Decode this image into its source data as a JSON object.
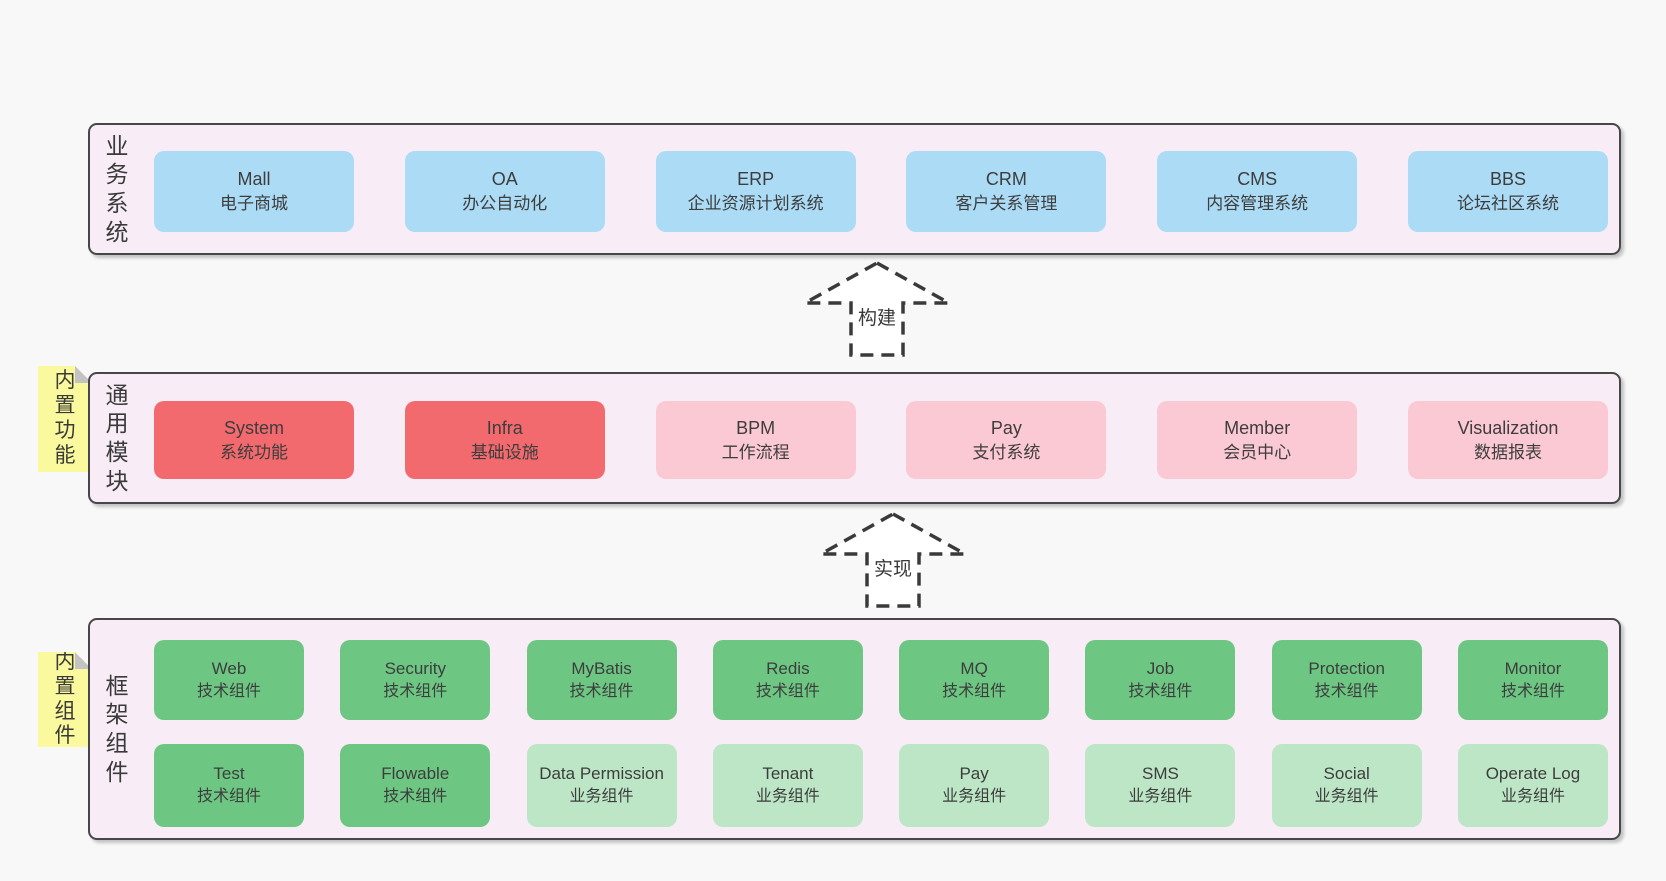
{
  "colors": {
    "page_background": "#f8f8f8",
    "band_fill": "#f8edf6",
    "band_border": "#474747",
    "business_system_box": "#abdbf5",
    "core_module_box": "#f26a6e",
    "optional_module_box": "#fbc9d3",
    "tech_component_box": "#6dc783",
    "business_component_box": "#bce6c5",
    "sticky_note": "#fbf99d",
    "sticky_fold": "#c3c3c3",
    "text": "#3d3d3d"
  },
  "bands": [
    {
      "label": "业务系统",
      "items": [
        {
          "title": "Mall",
          "subtitle": "电子商城",
          "variant": "blue"
        },
        {
          "title": "OA",
          "subtitle": "办公自动化",
          "variant": "blue"
        },
        {
          "title": "ERP",
          "subtitle": "企业资源计划系统",
          "variant": "blue"
        },
        {
          "title": "CRM",
          "subtitle": "客户关系管理",
          "variant": "blue"
        },
        {
          "title": "CMS",
          "subtitle": "内容管理系统",
          "variant": "blue"
        },
        {
          "title": "BBS",
          "subtitle": "论坛社区系统",
          "variant": "blue"
        }
      ]
    },
    {
      "label": "通用模块",
      "sticky": "内置功能",
      "items": [
        {
          "title": "System",
          "subtitle": "系统功能",
          "variant": "red"
        },
        {
          "title": "Infra",
          "subtitle": "基础设施",
          "variant": "red"
        },
        {
          "title": "BPM",
          "subtitle": "工作流程",
          "variant": "pink"
        },
        {
          "title": "Pay",
          "subtitle": "支付系统",
          "variant": "pink"
        },
        {
          "title": "Member",
          "subtitle": "会员中心",
          "variant": "pink"
        },
        {
          "title": "Visualization",
          "subtitle": "数据报表",
          "variant": "pink"
        }
      ]
    },
    {
      "label": "框架组件",
      "sticky": "内置组件",
      "rows": [
        [
          {
            "title": "Web",
            "subtitle": "技术组件",
            "variant": "green"
          },
          {
            "title": "Security",
            "subtitle": "技术组件",
            "variant": "green"
          },
          {
            "title": "MyBatis",
            "subtitle": "技术组件",
            "variant": "green"
          },
          {
            "title": "Redis",
            "subtitle": "技术组件",
            "variant": "green"
          },
          {
            "title": "MQ",
            "subtitle": "技术组件",
            "variant": "green"
          },
          {
            "title": "Job",
            "subtitle": "技术组件",
            "variant": "green"
          },
          {
            "title": "Protection",
            "subtitle": "技术组件",
            "variant": "green"
          },
          {
            "title": "Monitor",
            "subtitle": "技术组件",
            "variant": "green"
          }
        ],
        [
          {
            "title": "Test",
            "subtitle": "技术组件",
            "variant": "green"
          },
          {
            "title": "Flowable",
            "subtitle": "技术组件",
            "variant": "green"
          },
          {
            "title": "Data Permission",
            "subtitle": "业务组件",
            "variant": "lightgreen"
          },
          {
            "title": "Tenant",
            "subtitle": "业务组件",
            "variant": "lightgreen"
          },
          {
            "title": "Pay",
            "subtitle": "业务组件",
            "variant": "lightgreen"
          },
          {
            "title": "SMS",
            "subtitle": "业务组件",
            "variant": "lightgreen"
          },
          {
            "title": "Social",
            "subtitle": "业务组件",
            "variant": "lightgreen"
          },
          {
            "title": "Operate Log",
            "subtitle": "业务组件",
            "variant": "lightgreen"
          }
        ]
      ]
    }
  ],
  "arrows": [
    {
      "label": "构建"
    },
    {
      "label": "实现"
    }
  ]
}
